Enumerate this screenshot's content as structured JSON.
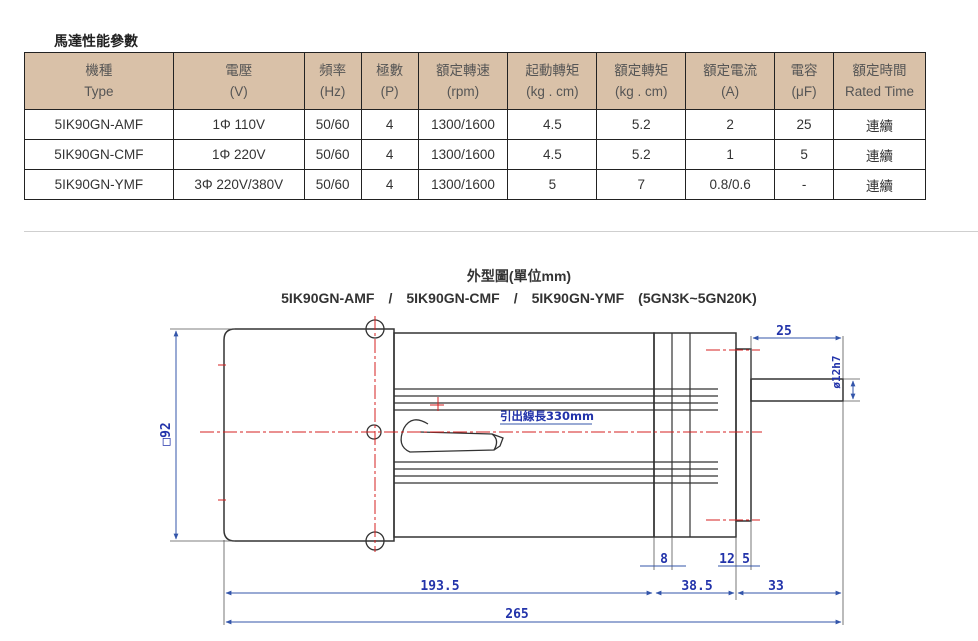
{
  "section_title": "馬達性能參數",
  "table": {
    "headers": [
      {
        "zh": "機種",
        "en": "Type"
      },
      {
        "zh": "電壓",
        "en": "(V)"
      },
      {
        "zh": "頻率",
        "en": "(Hz)"
      },
      {
        "zh": "極數",
        "en": "(P)"
      },
      {
        "zh": "額定轉速",
        "en": "(rpm)"
      },
      {
        "zh": "起動轉矩",
        "en": "(kg . cm)"
      },
      {
        "zh": "額定轉矩",
        "en": "(kg . cm)"
      },
      {
        "zh": "額定電流",
        "en": "(A)"
      },
      {
        "zh": "電容",
        "en": "(μF)"
      },
      {
        "zh": "額定時間",
        "en": "Rated Time"
      }
    ],
    "rows": [
      [
        "5IK90GN-AMF",
        "1Φ 110V",
        "50/60",
        "4",
        "1300/1600",
        "4.5",
        "5.2",
        "2",
        "25",
        "連續"
      ],
      [
        "5IK90GN-CMF",
        "1Φ 220V",
        "50/60",
        "4",
        "1300/1600",
        "4.5",
        "5.2",
        "1",
        "5",
        "連續"
      ],
      [
        "5IK90GN-YMF",
        "3Φ 220V/380V",
        "50/60",
        "4",
        "1300/1600",
        "5",
        "7",
        "0.8/0.6",
        "-",
        "連續"
      ]
    ]
  },
  "drawing": {
    "title": "外型圖(單位mm)",
    "subtitle": "5IK90GN-AMF　/　5IK90GN-CMF　/　5IK90GN-YMF　(5GN3K~5GN20K)",
    "lead_wire_label": "引出線長330mm",
    "dims": {
      "height": "□92",
      "shaft_length": "25",
      "shaft_dia": "ø12h7",
      "d8": "8",
      "d12": "12",
      "d5": "5",
      "d193": "193.5",
      "d38": "38.5",
      "d33": "33",
      "d265": "265"
    },
    "colors": {
      "outline": "#333333",
      "center": "#d42020",
      "dim": "#3355aa",
      "text": "#2233aa"
    }
  }
}
